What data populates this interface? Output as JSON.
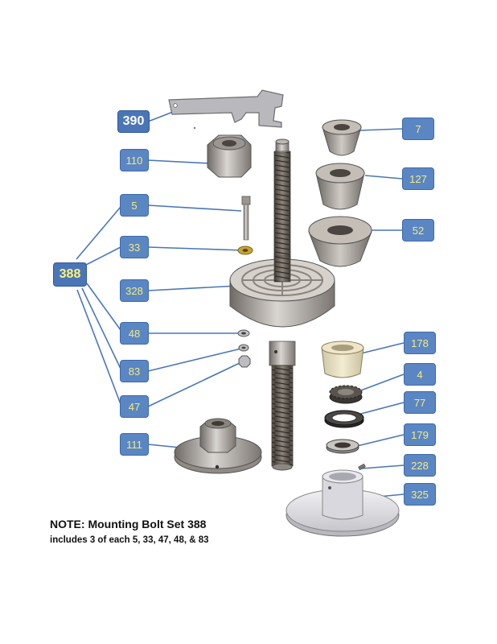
{
  "callouts": {
    "c390": "390",
    "c110": "110",
    "c5": "5",
    "c33": "33",
    "c388": "388",
    "c328": "328",
    "c48": "48",
    "c83": "83",
    "c47": "47",
    "c111": "111",
    "c7": "7",
    "c127": "127",
    "c52": "52",
    "c178": "178",
    "c4": "4",
    "c77": "77",
    "c179": "179",
    "c228": "228",
    "c325": "325"
  },
  "note": {
    "line1": "NOTE:  Mounting Bolt Set 388",
    "line2": "includes 3 of each 5, 33, 47, 48, & 83"
  },
  "colors": {
    "callout_fill": "#5b86c4",
    "callout_text": "#f4ec7a",
    "leader_line": "#4a76b8"
  }
}
